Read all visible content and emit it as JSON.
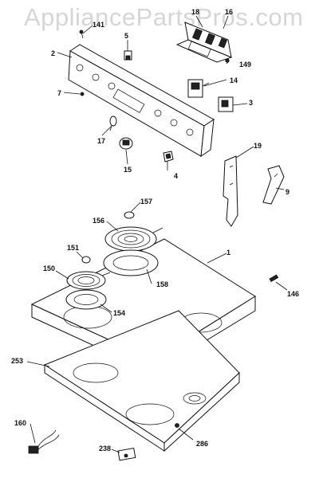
{
  "watermark": "AppliancePartsPros.com",
  "callouts": [
    {
      "id": "c18",
      "text": "18"
    },
    {
      "id": "c16",
      "text": "16"
    },
    {
      "id": "c141",
      "text": "141"
    },
    {
      "id": "c5",
      "text": "5"
    },
    {
      "id": "c2",
      "text": "2"
    },
    {
      "id": "c149",
      "text": "149"
    },
    {
      "id": "c14",
      "text": "14"
    },
    {
      "id": "c7",
      "text": "7"
    },
    {
      "id": "c3",
      "text": "3"
    },
    {
      "id": "c17",
      "text": "17"
    },
    {
      "id": "c19",
      "text": "19"
    },
    {
      "id": "c15",
      "text": "15"
    },
    {
      "id": "c4",
      "text": "4"
    },
    {
      "id": "c9",
      "text": "9"
    },
    {
      "id": "c157",
      "text": "157"
    },
    {
      "id": "c156",
      "text": "156"
    },
    {
      "id": "c1",
      "text": "1"
    },
    {
      "id": "c151",
      "text": "151"
    },
    {
      "id": "c150",
      "text": "150"
    },
    {
      "id": "c158",
      "text": "158"
    },
    {
      "id": "c146",
      "text": "146"
    },
    {
      "id": "c154",
      "text": "154"
    },
    {
      "id": "c253",
      "text": "253"
    },
    {
      "id": "c160",
      "text": "160"
    },
    {
      "id": "c286",
      "text": "286"
    },
    {
      "id": "c238",
      "text": "238"
    }
  ]
}
